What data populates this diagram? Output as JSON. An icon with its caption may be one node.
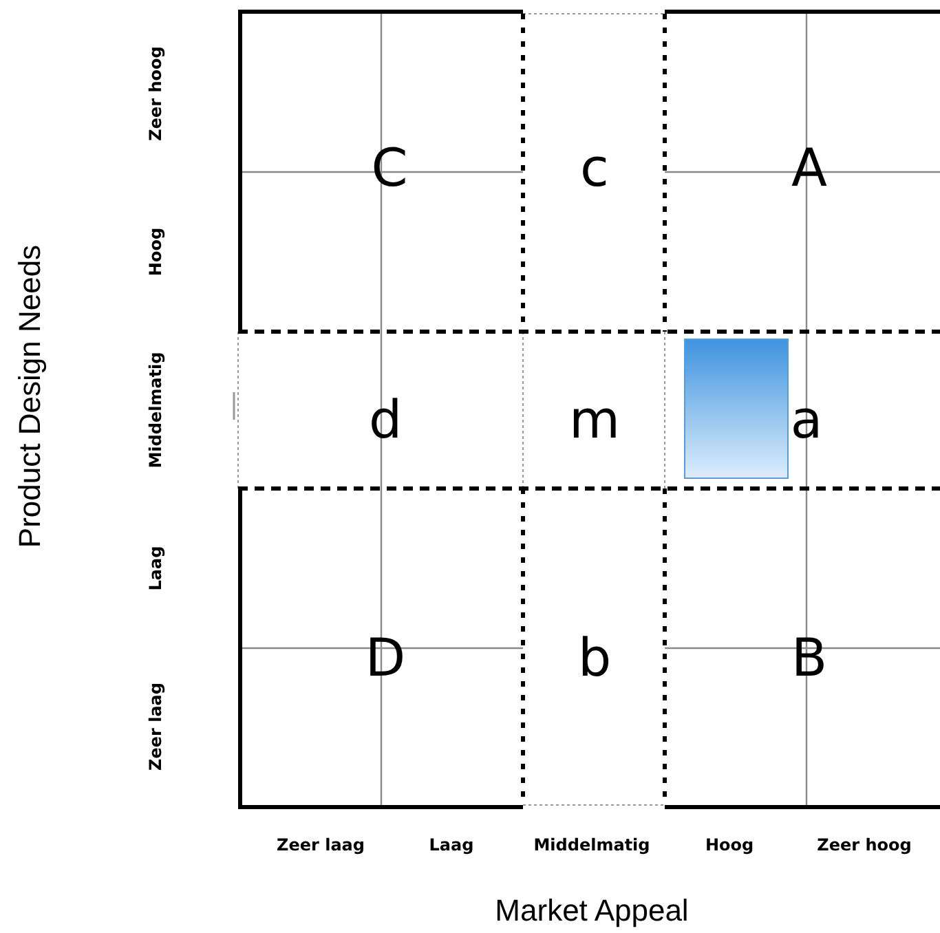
{
  "diagram": {
    "nodes": [
      {
        "text": [
          "C"
        ]
      },
      {
        "text": [
          "c"
        ]
      },
      {
        "text": [
          "A"
        ]
      },
      {
        "text": [
          "d"
        ]
      },
      {
        "text": [
          "m"
        ]
      },
      {
        "text": [
          "a"
        ]
      },
      {
        "text": [
          "D"
        ]
      },
      {
        "text": [
          "b"
        ]
      },
      {
        "text": [
          "B"
        ]
      },
      {
        "text": [],
        "shape": "box",
        "in": 5
      }
    ],
    "labels": [
      "Product Design Needs",
      "Zeer hoog",
      "Hoog",
      "Middelmatig",
      "Laag",
      "Zeer laag",
      "Zeer laag",
      "Laag",
      "Middelmatig",
      "Hoog",
      "Zeer hoog",
      "Market Appeal"
    ]
  }
}
